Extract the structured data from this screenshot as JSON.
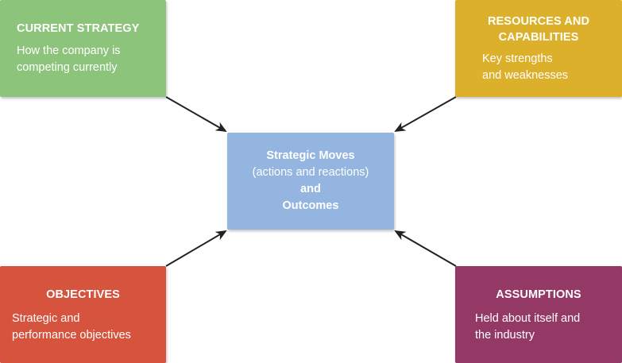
{
  "boxes": {
    "current_strategy": {
      "title": "CURRENT STRATEGY",
      "desc_line1": "How the company is",
      "desc_line2": "competing currently",
      "color": "#8dc47c"
    },
    "resources": {
      "title_line1": "RESOURCES AND",
      "title_line2": "CAPABILITIES",
      "desc_line1": "Key strengths",
      "desc_line2": "and weaknesses",
      "color": "#ddb02b"
    },
    "objectives": {
      "title": "OBJECTIVES",
      "desc_line1": "Strategic and",
      "desc_line2": "performance objectives",
      "color": "#d6533d"
    },
    "assumptions": {
      "title": "ASSUMPTIONS",
      "desc_line1": "Held about itself and",
      "desc_line2": "the industry",
      "color": "#943866"
    },
    "center": {
      "line1": "Strategic Moves",
      "line2": "(actions and reactions)",
      "line3": "and",
      "line4": "Outcomes",
      "color": "#94b5e0"
    }
  },
  "arrow_color": "#222222"
}
